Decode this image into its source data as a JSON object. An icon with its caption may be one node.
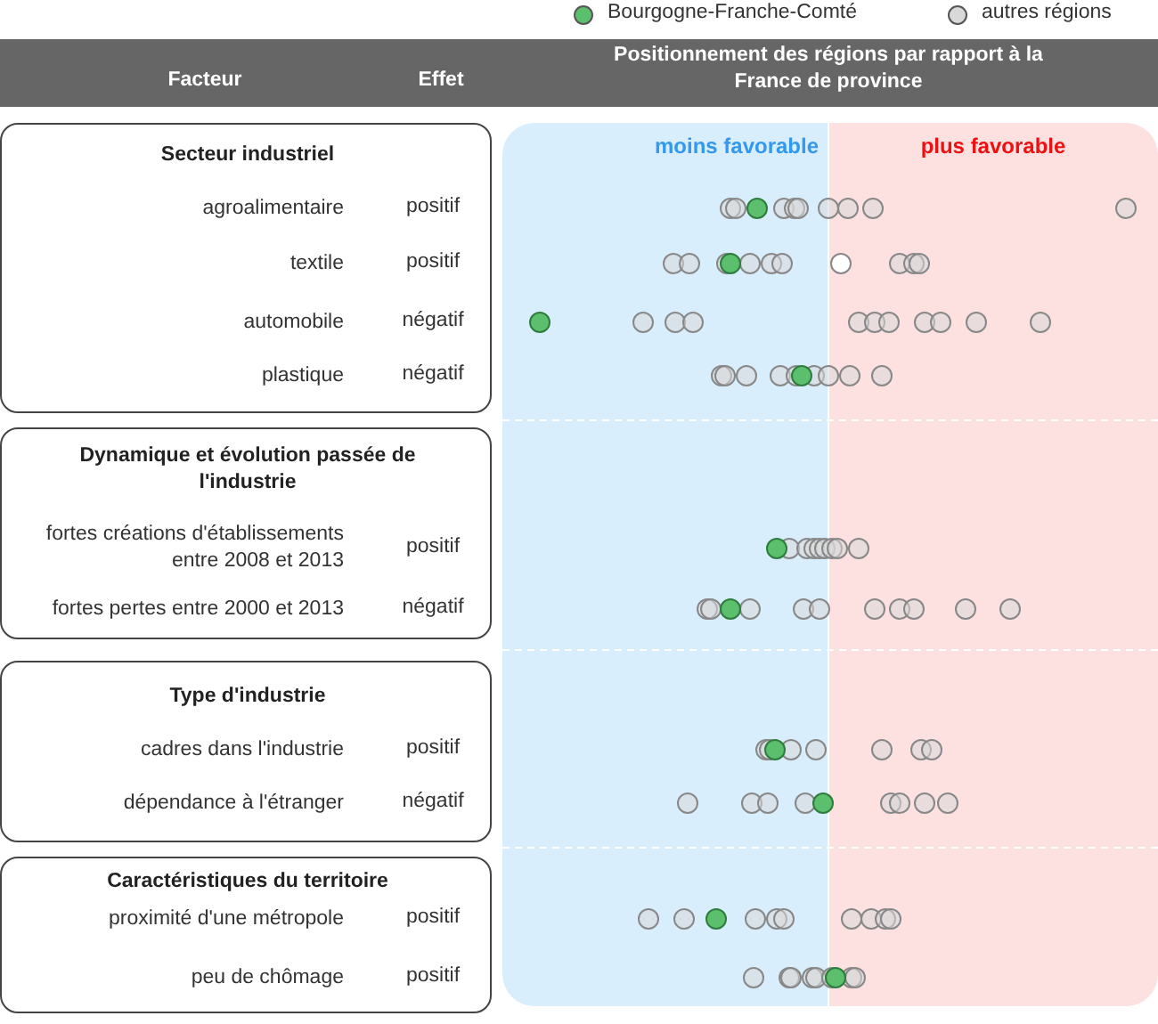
{
  "diagram": {
    "nodes": [
      {
        "text": [
          "Secteur industriel"
        ]
      },
      {
        "text": [
          "Dynamique et évolution passée de l'industrie"
        ]
      },
      {
        "text": [
          "Type d'industrie"
        ]
      },
      {
        "text": [
          "Caractéristiques du territoire"
        ]
      },
      {
        "text": [
          "moins favorable"
        ]
      },
      {
        "text": [
          "plus favorable"
        ]
      }
    ],
    "edges": [],
    "labels": [
      "Facteur",
      "Effet",
      "Positionnement des régions par rapport à la France de province",
      "agroalimentaire",
      "positif",
      "textile",
      "positif",
      "automobile",
      "négatif",
      "plastique",
      "négatif",
      "fortes créations d'établissements entre 2008 et 2013",
      "positif",
      "fortes pertes entre 2000 et 2013",
      "négatif",
      "cadres dans l'industrie",
      "positif",
      "dépendance à l'étranger",
      "négatif",
      "proximité d'une métropole",
      "positif",
      "peu de chômage",
      "positif"
    ],
    "legend": [
      {
        "text": "Bourgogne-Franche-Comté",
        "color": "#5cbf6e"
      },
      {
        "text": "autres régions",
        "color": "#d9d9d9"
      }
    ]
  }
}
